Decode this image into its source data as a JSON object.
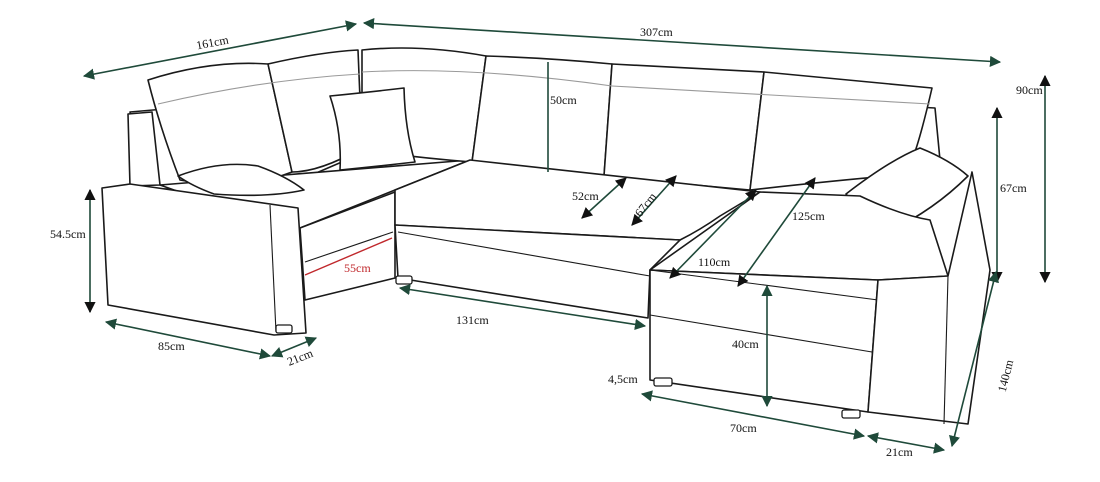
{
  "diagram": {
    "dimensions": {
      "left_width": "161cm",
      "total_width": "307cm",
      "total_height": "90cm",
      "back_height": "50cm",
      "right_depth": "67cm",
      "armrest_height": "54.5cm",
      "seat_width_left": "55cm",
      "seat_depth_a": "52cm",
      "seat_depth_b": "67cm",
      "chaise_width": "110cm",
      "chaise_length": "125cm",
      "front_width": "131cm",
      "seat_height": "40cm",
      "leg_height": "4,5cm",
      "left_depth": "85cm",
      "left_arm_width": "21cm",
      "chaise_depth": "70cm",
      "right_arm_width": "21cm",
      "right_side": "140cm"
    },
    "colors": {
      "dimension_line": "#1f4a3a",
      "highlight_line": "#c0282c",
      "outline": "#1a1a1a"
    }
  }
}
